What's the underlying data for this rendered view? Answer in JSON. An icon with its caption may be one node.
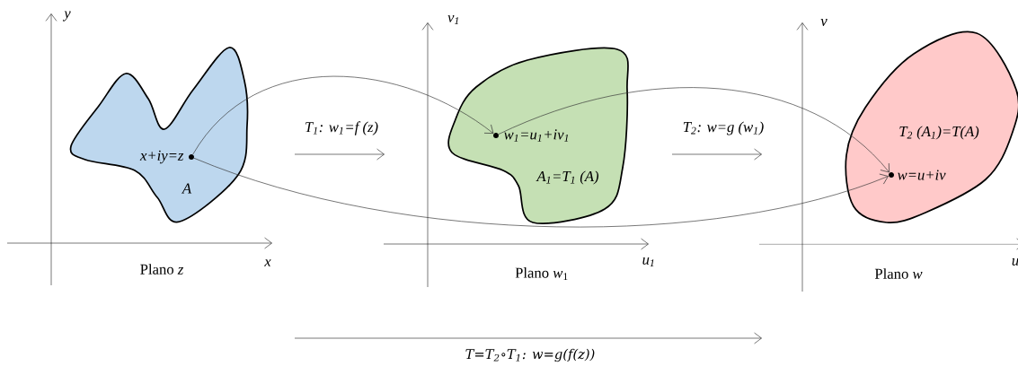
{
  "diagram": {
    "nodes": [
      {
        "text": [
          "A"
        ]
      },
      {
        "text": [],
        "shape": "circle",
        "beside": [
          "x+iy=z"
        ],
        "in": 0
      },
      {
        "text": [
          "A$_{1}$=T$_{1}$ (A)"
        ]
      },
      {
        "text": [],
        "shape": "circle",
        "beside": [
          "w$_{1}$=u$_{1}$+iv$_{1}$"
        ],
        "in": 2
      },
      {
        "text": [
          "T$_{2}$ (A$_{1}$)=T(A)"
        ]
      },
      {
        "text": [],
        "shape": "circle",
        "beside": [
          "w=u+iv"
        ],
        "in": 4
      }
    ],
    "edges": [
      {
        "from": 1,
        "to": 3,
        "arrow": "to"
      },
      {
        "from": 3,
        "to": 5,
        "arrow": "to"
      },
      {
        "from": 1,
        "to": 5,
        "arrow": "to"
      }
    ],
    "labels": [
      "y",
      "v$_{1}$",
      "v",
      "T$_{1}$: w$_{1}$=f (z)",
      "T$_{2}$: w=g (w$_{1}$)",
      "x",
      "u$_{1}$",
      "u",
      "Plano *z*",
      "Plano *w*$_{1}$",
      "Plano *w*",
      "T=T$_{2}$∘T$_{1}$: w=g(f(z))"
    ]
  }
}
